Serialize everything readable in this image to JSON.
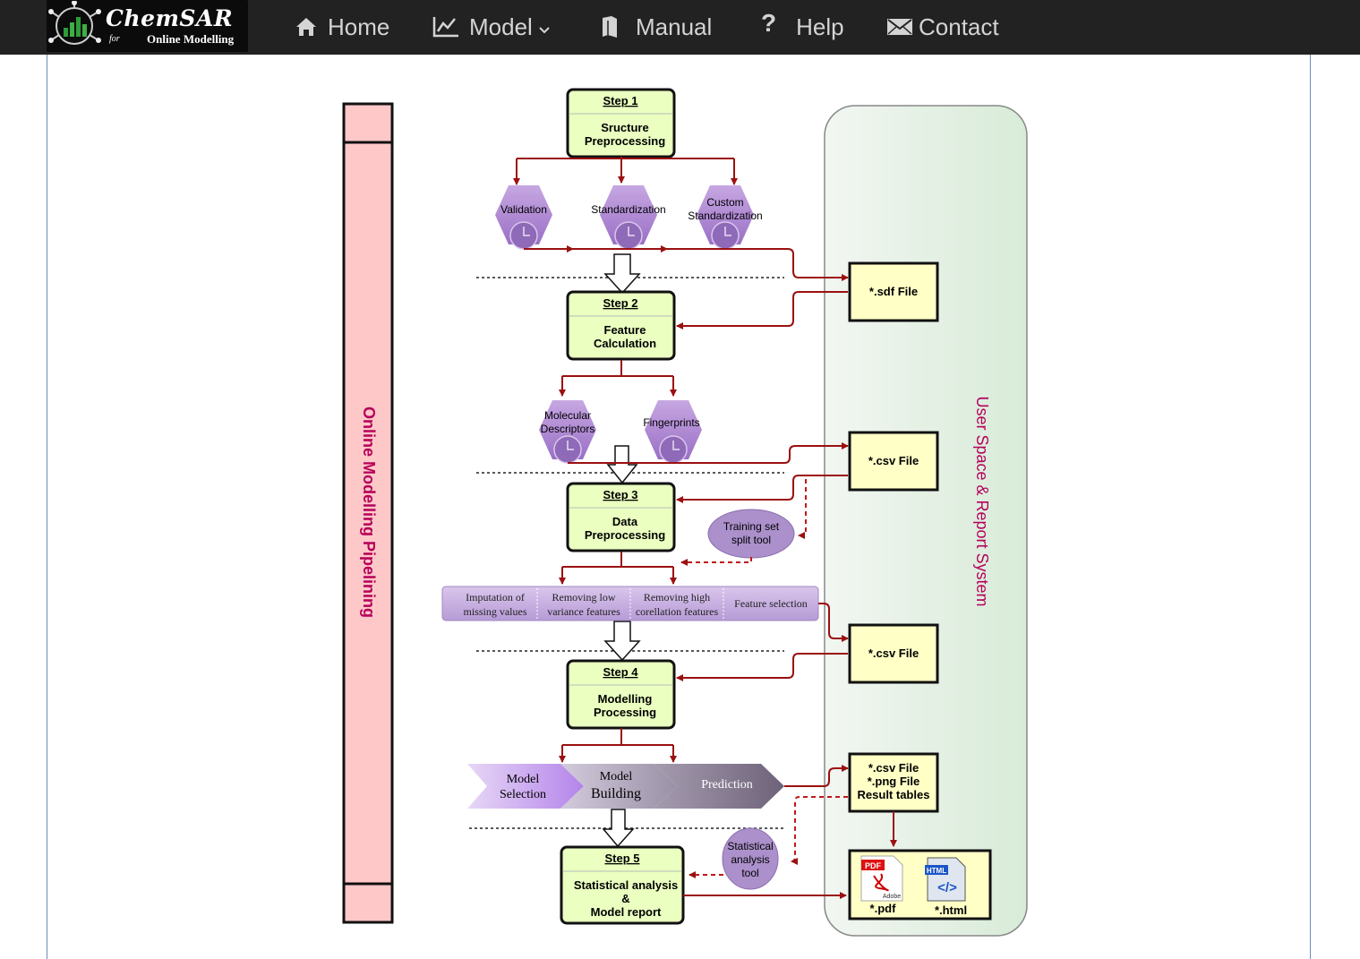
{
  "brand": {
    "name": "ChemSAR",
    "tagline": "Online Modelling",
    "for": "for"
  },
  "nav": {
    "home": "Home",
    "model": "Model",
    "manual": "Manual",
    "help": "Help",
    "contact": "Contact"
  },
  "diagram": {
    "left_label": "Online Modelling Pipelining",
    "right_label": "User Space & Report System",
    "steps": [
      {
        "label": "Step 1",
        "l1": "Sructure",
        "l2": "Preprocessing"
      },
      {
        "label": "Step 2",
        "l1": "Feature",
        "l2": "Calculation"
      },
      {
        "label": "Step 3",
        "l1": "Data",
        "l2": "Preprocessing"
      },
      {
        "label": "Step 4",
        "l1": "Modelling",
        "l2": "Processing"
      },
      {
        "label": "Step 5",
        "l1": "Statistical analysis",
        "l2": "&",
        "l3": "Model report"
      }
    ],
    "hex1": [
      {
        "l1": "Validation"
      },
      {
        "l1": "Standardization"
      },
      {
        "l1": "Custom",
        "l2": "Standardization"
      }
    ],
    "hex2": [
      {
        "l1": "Molecular",
        "l2": "Descriptors"
      },
      {
        "l1": "Fingerprints"
      }
    ],
    "ovals": [
      {
        "l1": "Training set",
        "l2": "split tool"
      },
      {
        "l1": "Statistical",
        "l2": "analysis",
        "l3": "tool"
      }
    ],
    "band": [
      {
        "l1": "Imputation of",
        "l2": "missing values"
      },
      {
        "l1": "Removing low",
        "l2": "variance features"
      },
      {
        "l1": "Removing high",
        "l2": "corellation features"
      },
      {
        "l1": "Feature selection"
      }
    ],
    "chevrons": [
      {
        "l1": "Model",
        "l2": "Selection"
      },
      {
        "l1": "Model",
        "l2": "Building"
      },
      {
        "l1": "Prediction"
      }
    ],
    "files": [
      {
        "l1": "*.sdf File"
      },
      {
        "l1": "*.csv File"
      },
      {
        "l1": "*.csv File"
      },
      {
        "l1": "*.csv File",
        "l2": "*.png File",
        "l3": "Result tables"
      }
    ],
    "out": {
      "pdf_badge": "PDF",
      "adobe": "Adobe",
      "html_badge": "HTML",
      "code": "</>",
      "pdf": "*.pdf",
      "html": "*.html"
    }
  }
}
